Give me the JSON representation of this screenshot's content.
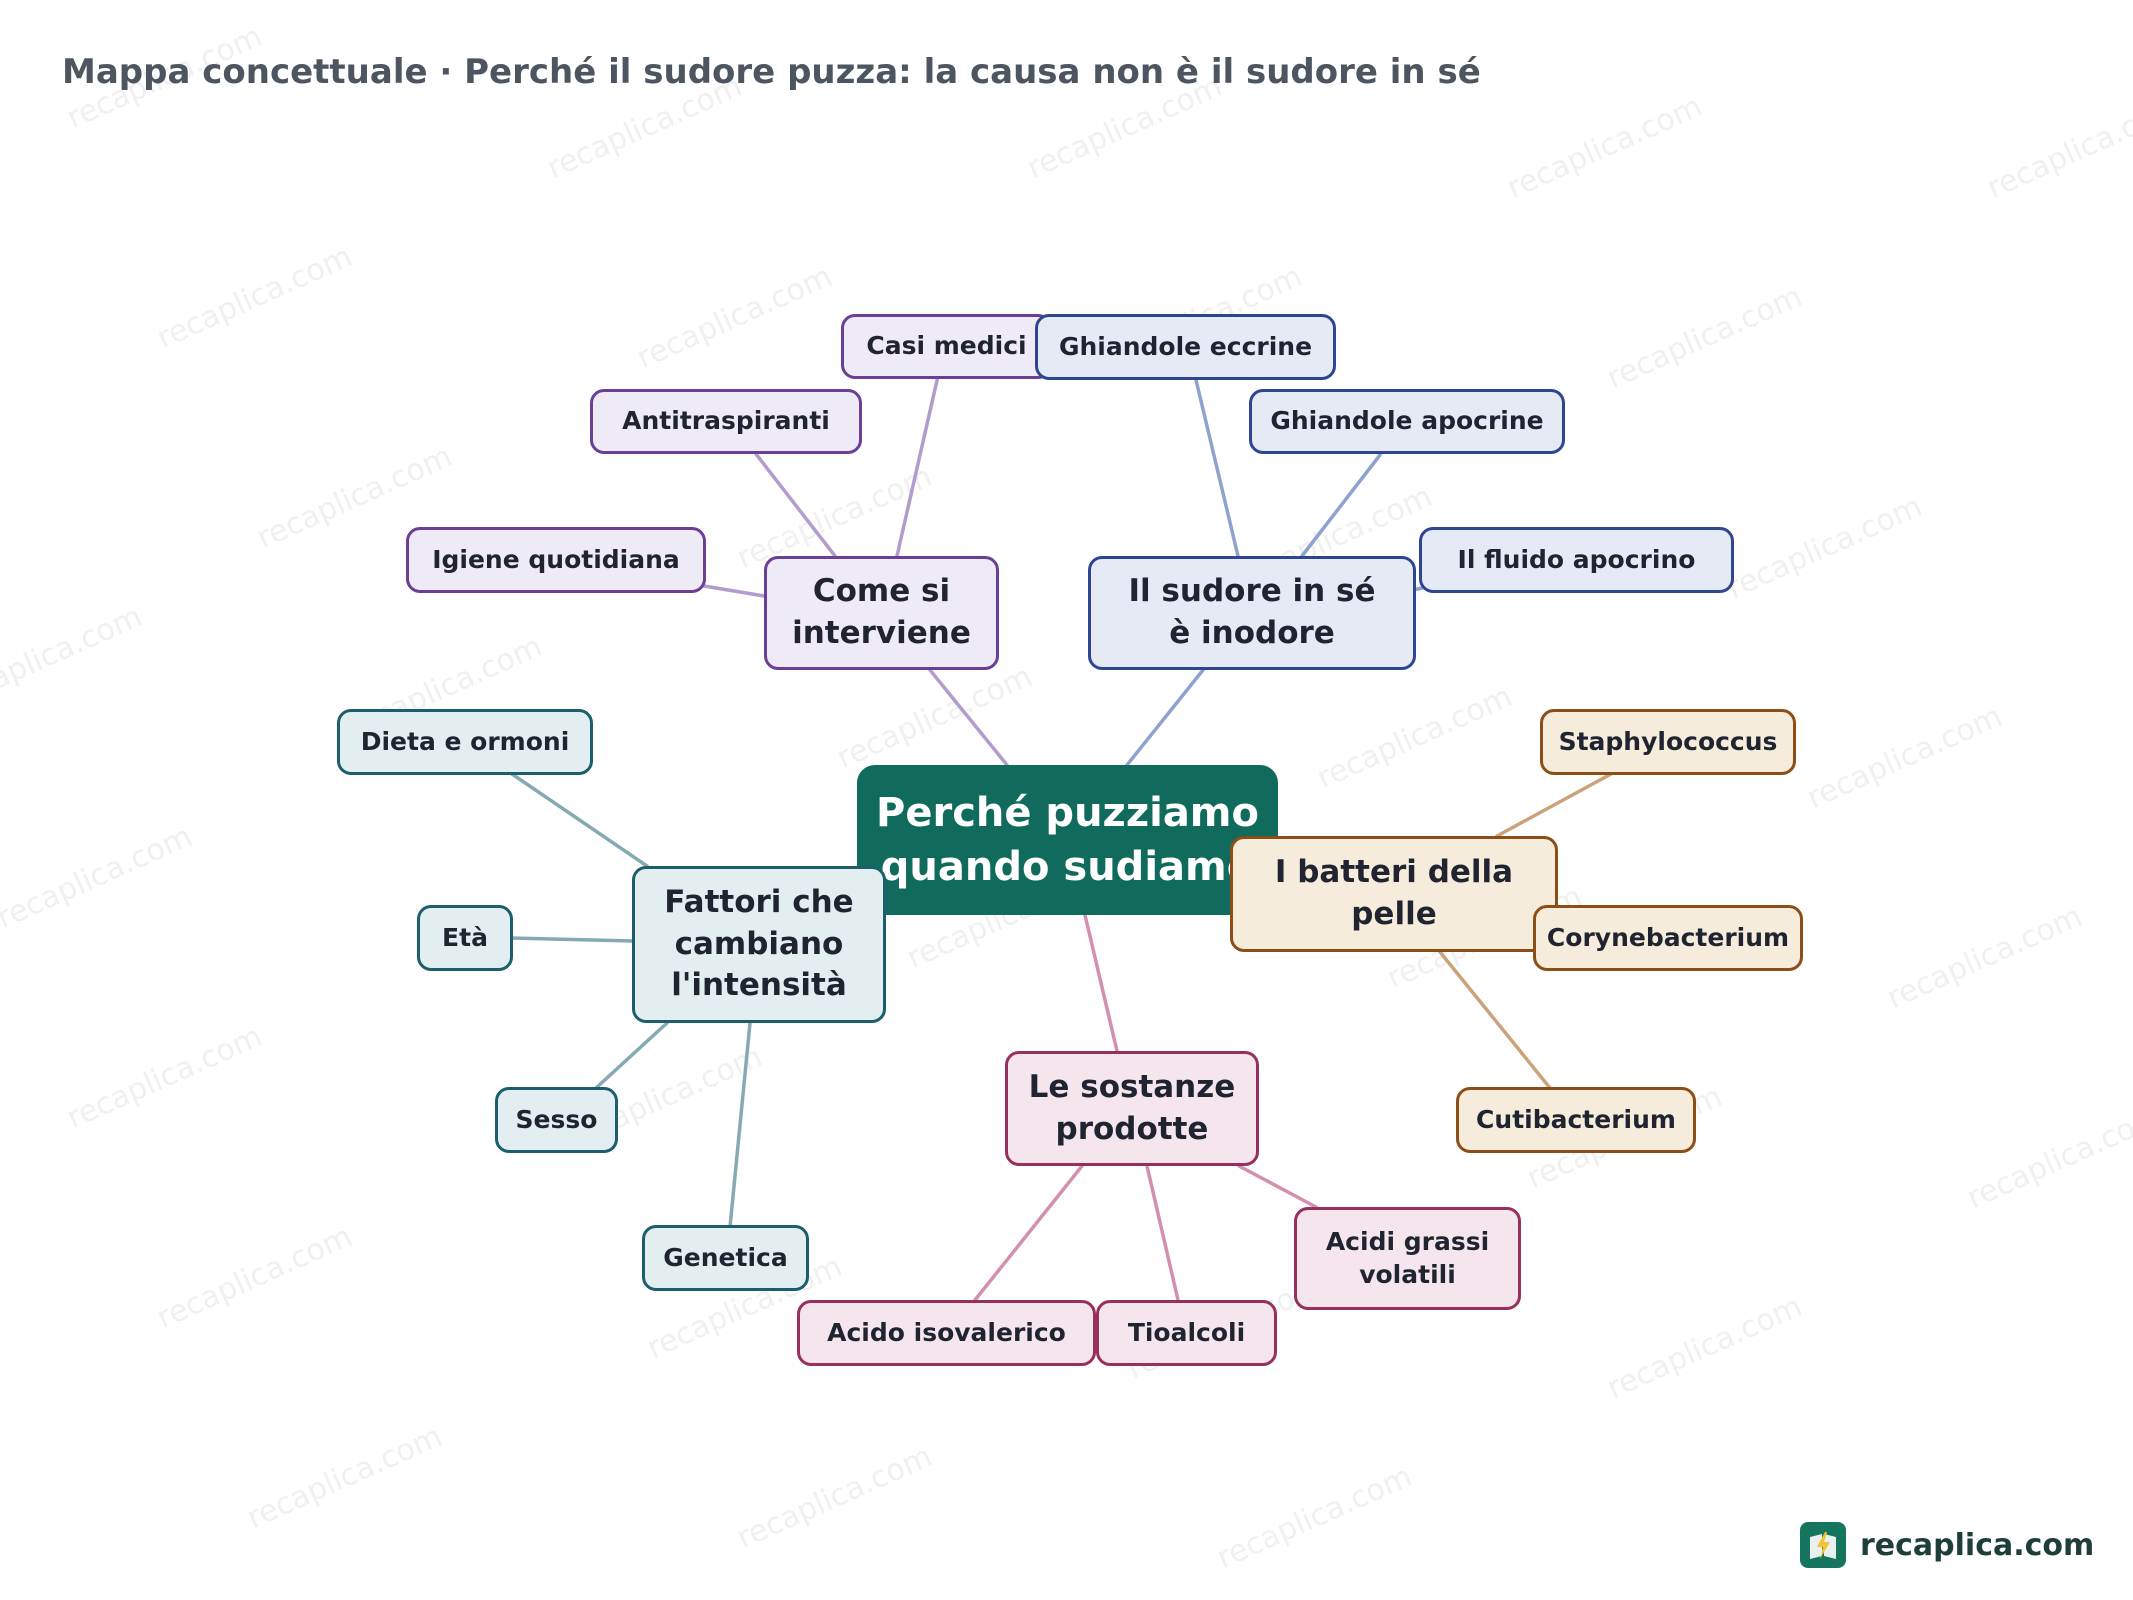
{
  "title": "Mappa concettuale · Perché il sudore puzza: la causa non è il sudore in sé",
  "watermark": "recaplica.com",
  "colors": {
    "center": "#106b5c",
    "purple_border": "#6a3f95",
    "purple_fill": "#eeeaf6",
    "purple_edge": "#b39ccc",
    "blue_border": "#2e4592",
    "blue_fill": "#e6eaf5",
    "blue_edge": "#8ea2cf",
    "teal_border": "#1c5e6e",
    "teal_fill": "#e3eef1",
    "teal_edge": "#86aab4",
    "orange_border": "#8c4e17",
    "orange_fill": "#f6ecdb",
    "orange_edge": "#cba37a",
    "pink_border": "#972f5f",
    "pink_fill": "#f5e5ec",
    "pink_edge": "#d38fb0"
  },
  "center": {
    "label_l1": "Perché puzziamo",
    "label_l2": "quando sudiamo"
  },
  "branches": {
    "come_si_interviene": {
      "label_l1": "Come si",
      "label_l2": "interviene",
      "leaves": {
        "casi_medici": "Casi medici",
        "antitraspiranti": "Antitraspiranti",
        "igiene": "Igiene quotidiana"
      }
    },
    "sudore_inodore": {
      "label_l1": "Il sudore in sé",
      "label_l2": "è inodore",
      "leaves": {
        "eccrine": "Ghiandole eccrine",
        "apocrine": "Ghiandole apocrine",
        "fluido": "Il fluido apocrino"
      }
    },
    "fattori": {
      "label_l1": "Fattori che",
      "label_l2": "cambiano",
      "label_l3": "l'intensità",
      "leaves": {
        "dieta": "Dieta e ormoni",
        "eta": "Età",
        "sesso": "Sesso",
        "genetica": "Genetica"
      }
    },
    "batteri": {
      "label_l1": "I batteri della",
      "label_l2": "pelle",
      "leaves": {
        "staph": "Staphylococcus",
        "coryne": "Corynebacterium",
        "cuti": "Cutibacterium"
      }
    },
    "sostanze": {
      "label_l1": "Le sostanze",
      "label_l2": "prodotte",
      "leaves": {
        "isovalerico": "Acido isovalerico",
        "tioalcoli": "Tioalcoli",
        "acidi_l1": "Acidi grassi",
        "acidi_l2": "volatili"
      }
    }
  },
  "logo": {
    "text": "recaplica.com",
    "icon": "book-lightning-icon"
  }
}
